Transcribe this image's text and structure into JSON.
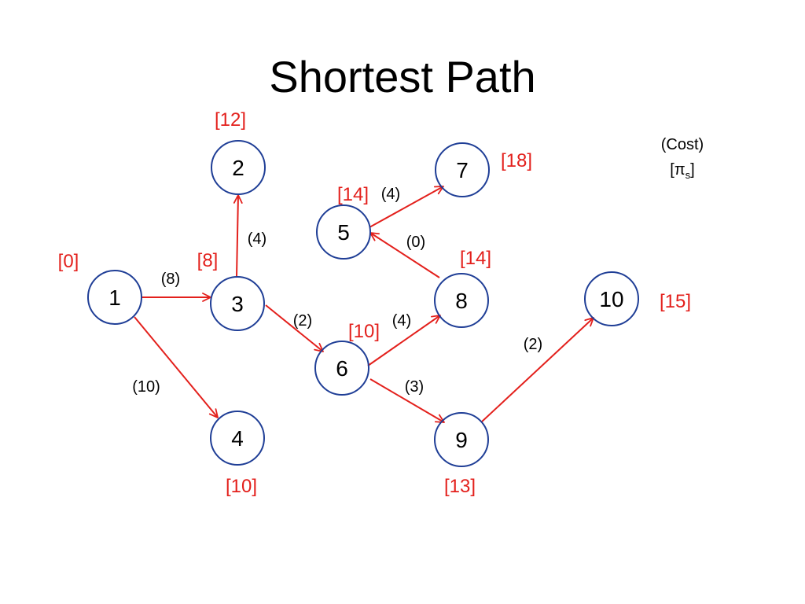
{
  "slide": {
    "title": "Shortest Path"
  },
  "legend": {
    "cost": "(Cost)",
    "distance": {
      "prefix": "[",
      "symbol": "π",
      "subscript": "s",
      "suffix": "]"
    }
  },
  "nodes": [
    {
      "label": "1",
      "distance": "[0]"
    },
    {
      "label": "2",
      "distance": "[12]"
    },
    {
      "label": "3",
      "distance": "[8]"
    },
    {
      "label": "4",
      "distance": "[10]"
    },
    {
      "label": "5",
      "distance": "[14]"
    },
    {
      "label": "6",
      "distance": "[10]"
    },
    {
      "label": "7",
      "distance": "[18]"
    },
    {
      "label": "8",
      "distance": "[14]"
    },
    {
      "label": "9",
      "distance": "[13]"
    },
    {
      "label": "10",
      "distance": "[15]"
    }
  ],
  "edges": [
    {
      "from": 1,
      "to": 3,
      "cost": "(8)"
    },
    {
      "from": 1,
      "to": 4,
      "cost": "(10)"
    },
    {
      "from": 3,
      "to": 2,
      "cost": "(4)"
    },
    {
      "from": 3,
      "to": 6,
      "cost": "(2)"
    },
    {
      "from": 6,
      "to": 8,
      "cost": "(4)"
    },
    {
      "from": 6,
      "to": 9,
      "cost": "(3)"
    },
    {
      "from": 8,
      "to": 5,
      "cost": "(0)"
    },
    {
      "from": 5,
      "to": 7,
      "cost": "(4)"
    },
    {
      "from": 9,
      "to": 10,
      "cost": "(2)"
    }
  ],
  "colors": {
    "node_outline": "#1f3e96",
    "edge": "#e3201c",
    "distance_label": "#e3201c",
    "text": "#000000",
    "background": "#ffffff"
  }
}
